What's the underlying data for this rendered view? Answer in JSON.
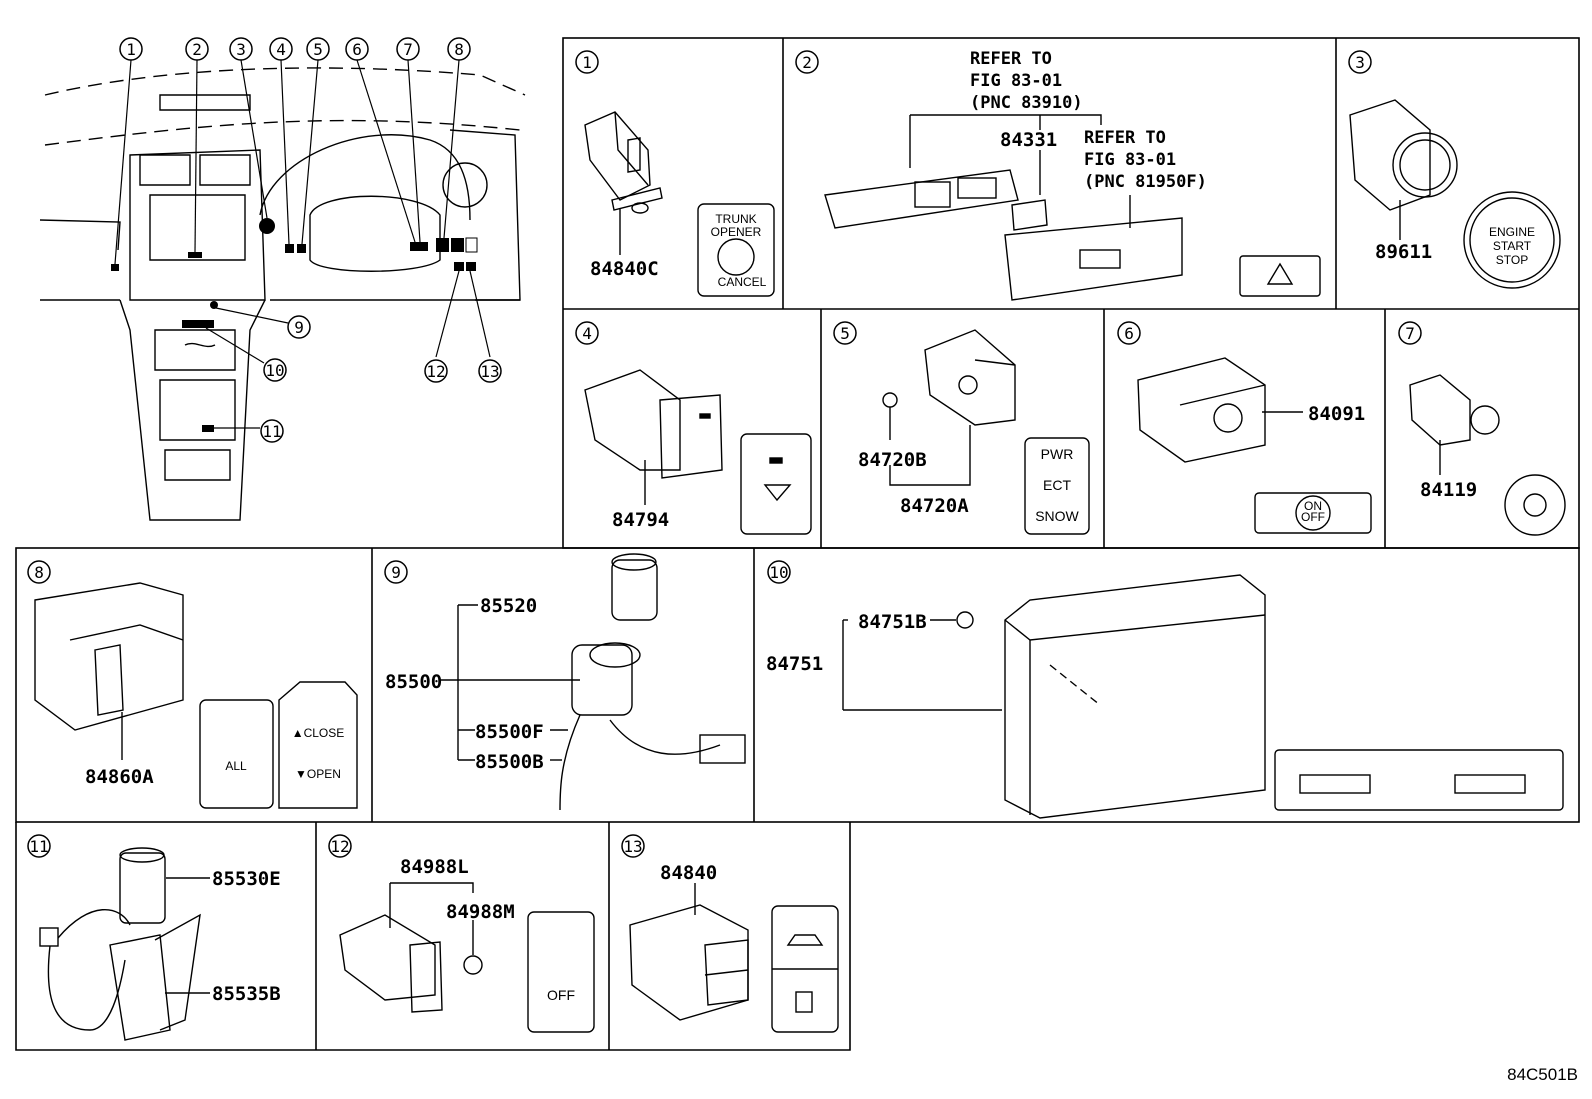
{
  "callouts": [
    "1",
    "2",
    "3",
    "4",
    "5",
    "6",
    "7",
    "8",
    "9",
    "10",
    "11",
    "12",
    "13"
  ],
  "parts": {
    "p1": "84840C",
    "p2": "84331",
    "p3": "89611",
    "p4": "84794",
    "p5a": "84720B",
    "p5b": "84720A",
    "p6": "84091",
    "p7": "84119",
    "p8": "84860A",
    "p9a": "85520",
    "p9b": "85500",
    "p9c": "85500F",
    "p9d": "85500B",
    "p10a": "84751B",
    "p10b": "84751",
    "p11a": "85530E",
    "p11b": "85535B",
    "p12a": "84988L",
    "p12b": "84988M",
    "p13": "84840"
  },
  "refs": {
    "a_l1": "REFER TO",
    "a_l2": "FIG 83-01",
    "a_l3": "(PNC 83910)",
    "b_l1": "REFER TO",
    "b_l2": "FIG 83-01",
    "b_l3": "(PNC 81950F)"
  },
  "switch_labels": {
    "trunk_1": "TRUNK",
    "trunk_2": "OPENER",
    "trunk_3": "CANCEL",
    "engine_1": "ENGINE",
    "engine_2": "START",
    "engine_3": "STOP",
    "pwr": "PWR",
    "ect": "ECT",
    "snow": "SNOW",
    "on": "ON",
    "off": "OFF",
    "all": "ALL",
    "close": "▲CLOSE",
    "open": "▼OPEN",
    "vsc_off": "OFF"
  },
  "diagram_code": "84C501B"
}
